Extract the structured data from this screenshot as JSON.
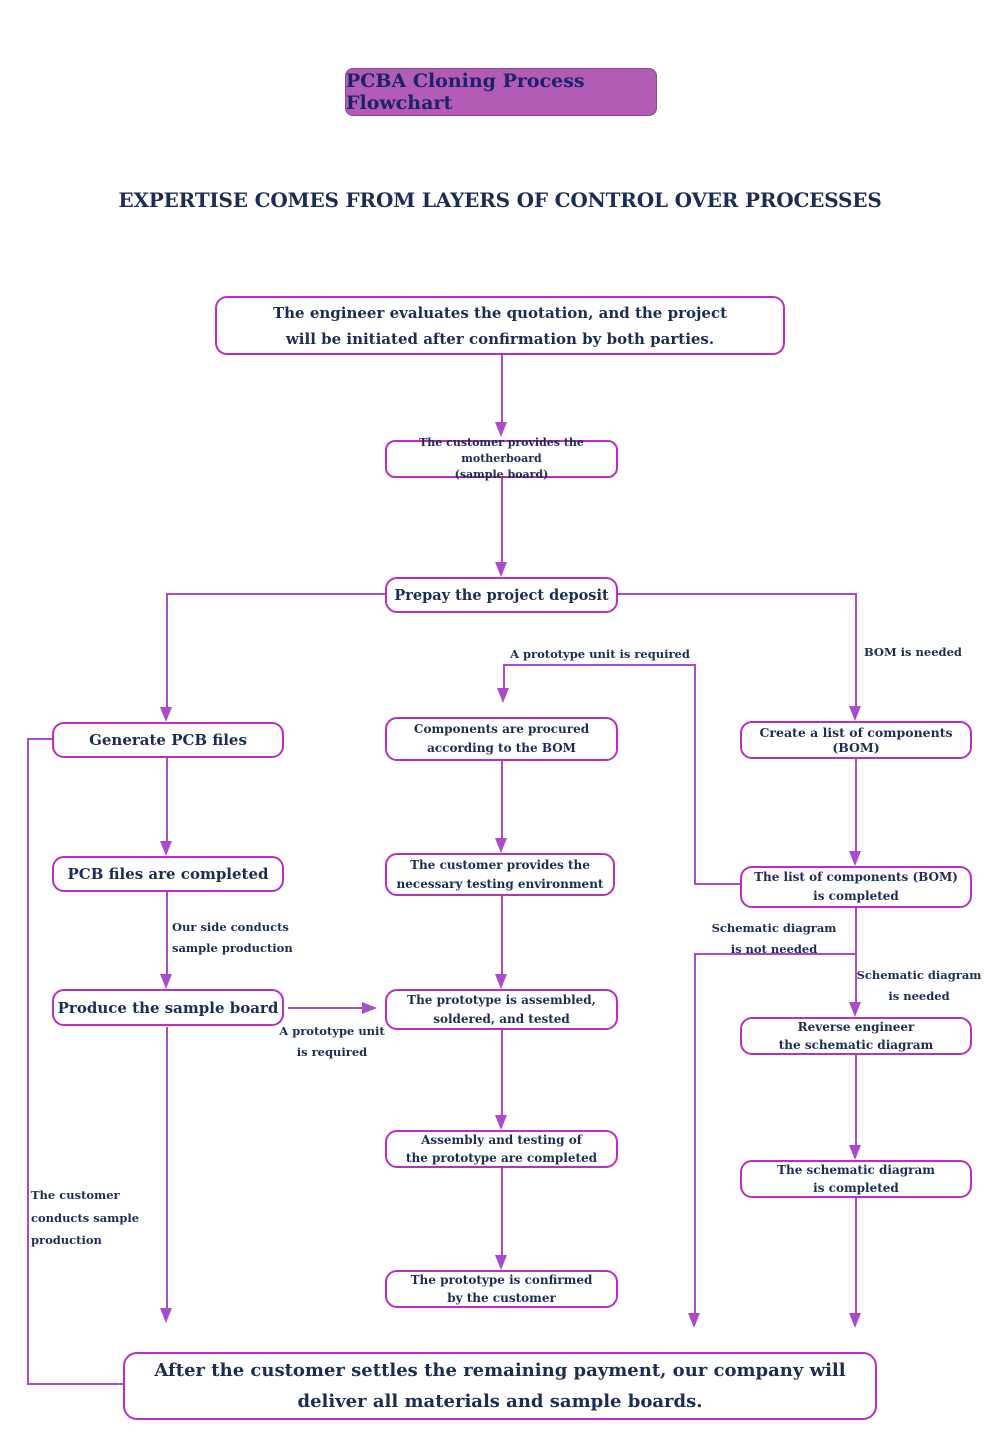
{
  "title": "PCBA Cloning Process Flowchart",
  "heading": "EXPERTISE COMES FROM LAYERS OF CONTROL OVER PROCESSES",
  "colors": {
    "box_border": "#bb2ec2",
    "arrow": "#a94bca",
    "title_fill": "#b35cb5",
    "title_border": "#8d4a97",
    "title_text": "#1b2368",
    "text": "#1c2d52",
    "background": "#ffffff"
  },
  "nodes": {
    "engineer_evaluates": {
      "text": "The engineer evaluates the quotation, and the project\nwill be initiated after confirmation by both parties."
    },
    "customer_provides_board": {
      "text": "The customer provides the motherboard\n(sample board)"
    },
    "prepay_deposit": {
      "text": "Prepay the project deposit"
    },
    "generate_pcb_files": {
      "text": "Generate PCB files"
    },
    "components_procured": {
      "text": "Components are procured\naccording to the BOM"
    },
    "create_bom": {
      "text": "Create a list of components (BOM)"
    },
    "pcb_files_completed": {
      "text": "PCB files are completed"
    },
    "testing_environment": {
      "text": "The customer provides the\nnecessary testing environment"
    },
    "bom_completed": {
      "text": "The list of components (BOM)\nis completed"
    },
    "produce_sample_board": {
      "text": "Produce the sample board"
    },
    "prototype_assembled": {
      "text": "The prototype is assembled,\nsoldered, and tested"
    },
    "reverse_engineer_schematic": {
      "text": "Reverse engineer\nthe schematic diagram"
    },
    "assembly_testing_completed": {
      "text": "Assembly and testing of\nthe prototype are completed"
    },
    "schematic_completed": {
      "text": "The schematic diagram\nis completed"
    },
    "prototype_confirmed": {
      "text": "The prototype is confirmed\nby the customer"
    },
    "final_delivery": {
      "text": "After the customer settles the remaining payment, our company will\ndeliver all materials and sample boards."
    }
  },
  "edge_labels": {
    "prototype_unit_required_top": "A prototype unit is required",
    "bom_is_needed": "BOM is needed",
    "our_side_conducts": "Our side conducts\nsample production",
    "prototype_unit_required_side": "A prototype unit\nis required",
    "schematic_not_needed": "Schematic diagram\nis not needed",
    "schematic_needed": "Schematic diagram\nis needed",
    "customer_conducts": "The customer\nconducts sample\nproduction"
  }
}
